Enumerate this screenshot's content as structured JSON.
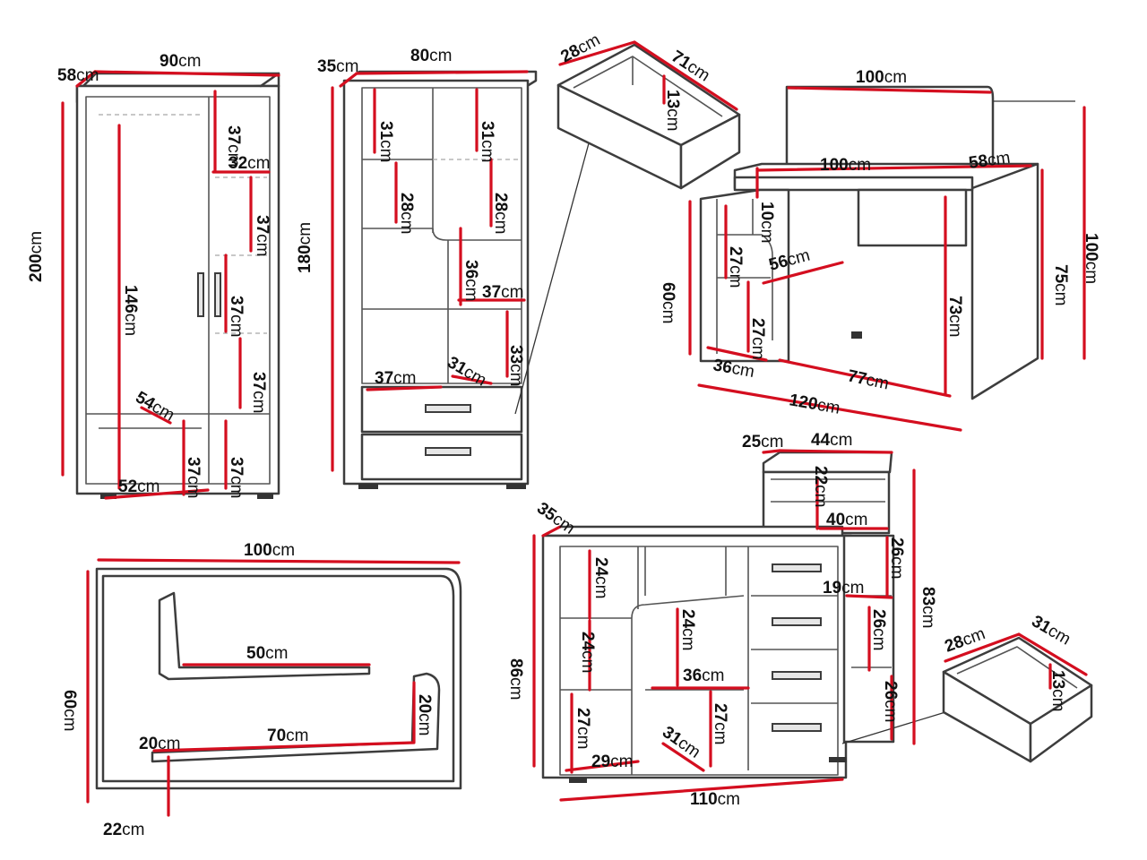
{
  "accent_color": "#d40e1f",
  "outline_color": "#3d3d3d",
  "unit": "cm",
  "wardrobe": {
    "depth": "58",
    "width": "90",
    "height": "200",
    "hang_height": "146",
    "shelf_depth": "54",
    "bottom_width": "52",
    "top_shelf": "37",
    "shelf_width": "32",
    "shelf_2": "37",
    "shelf_3": "37",
    "shelf_4": "37",
    "bottom_left": "37",
    "bottom_right": "37"
  },
  "bookcase": {
    "depth": "35",
    "width": "80",
    "height": "180",
    "top_left": "31",
    "top_right": "31",
    "mid_left": "28",
    "mid_right": "28",
    "niche_height": "36",
    "niche_width": "37",
    "lower_height": "33",
    "lower_left_width": "37",
    "lower_right_width": "31"
  },
  "drawer_small": {
    "depth": "28",
    "width": "71",
    "height": "13"
  },
  "desk": {
    "top_width": "100",
    "panel_width": "100",
    "depth": "58",
    "total_height": "100",
    "desk_height": "75",
    "leg_height": "73",
    "unit_height": "60",
    "top_gap": "10",
    "shelf_1": "27",
    "shelf_2": "27",
    "unit_shelf_width": "56",
    "unit_depth": "36",
    "kneehole": "77",
    "total_width": "120"
  },
  "shelf_panel": {
    "width": "100",
    "height": "60",
    "shelf_1": "50",
    "shelf_2": "70",
    "side_height": "20",
    "depth": "20",
    "bottom_depth": "22"
  },
  "dresser": {
    "top_depth": "25",
    "top_width": "44",
    "depth": "35",
    "height": "86",
    "total_height": "83",
    "top_shelf": "22",
    "top_inner_width": "40",
    "side_shelf_1": "26",
    "side_width": "19",
    "side_shelf_2": "26",
    "side_shelf_3": "26",
    "left_1": "24",
    "left_2": "24",
    "left_3": "27",
    "niche_1": "24",
    "niche_width": "36",
    "niche_2": "27",
    "inner_depth": "31",
    "bottom_left": "29",
    "total_width": "110"
  },
  "drawer_right": {
    "depth": "28",
    "width": "31",
    "height": "13"
  }
}
